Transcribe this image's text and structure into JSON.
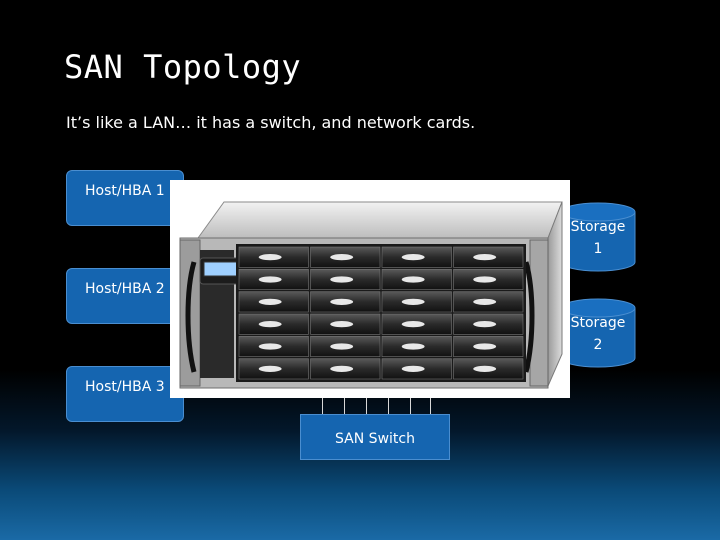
{
  "title": "SAN Topology",
  "subtitle": "It’s like a LAN… it has a switch, and network cards.",
  "hosts": [
    {
      "label": "Host/HBA 1"
    },
    {
      "label": "Host/HBA 2"
    },
    {
      "label": "Host/HBA 3"
    }
  ],
  "storage": [
    {
      "line1": "Storage",
      "line2": "1"
    },
    {
      "line1": "Storage",
      "line2": "2"
    }
  ],
  "switch": {
    "label": "SAN Switch"
  },
  "colors": {
    "box_fill": "#1565b0",
    "box_border": "#4a8ed0",
    "background": "#000000"
  },
  "device": {
    "lcd_text": ""
  }
}
